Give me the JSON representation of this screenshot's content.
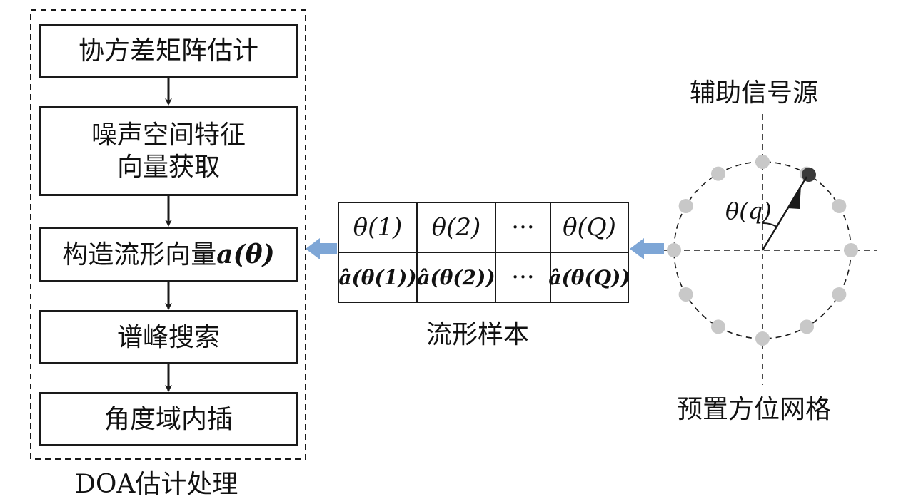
{
  "pipeline": {
    "steps": [
      {
        "text": "协方差矩阵估计"
      },
      {
        "text": "噪声空间特征",
        "text2": "向量获取"
      },
      {
        "text": "构造流形向量",
        "math": "a(θ)"
      },
      {
        "text": "谱峰搜索"
      },
      {
        "text": "角度域内插"
      }
    ],
    "caption": "DOA估计处理"
  },
  "samples": {
    "caption": "流形样本",
    "row1": [
      "θ(1)",
      "θ(2)",
      "···",
      "θ(Q)"
    ],
    "row2": [
      "â(θ(1))",
      "â(θ(2))",
      "···",
      "â(θ(Q))"
    ]
  },
  "grid": {
    "top_label": "辅助信号源",
    "bottom_label": "预置方位网格",
    "angle_label": "θ(q)",
    "point_count": 12
  },
  "colors": {
    "arrow_blue": "#7ea6d6",
    "grid_point": "#c8c8c8",
    "source_point": "#3a3a3a",
    "line": "#1a1a1a"
  }
}
